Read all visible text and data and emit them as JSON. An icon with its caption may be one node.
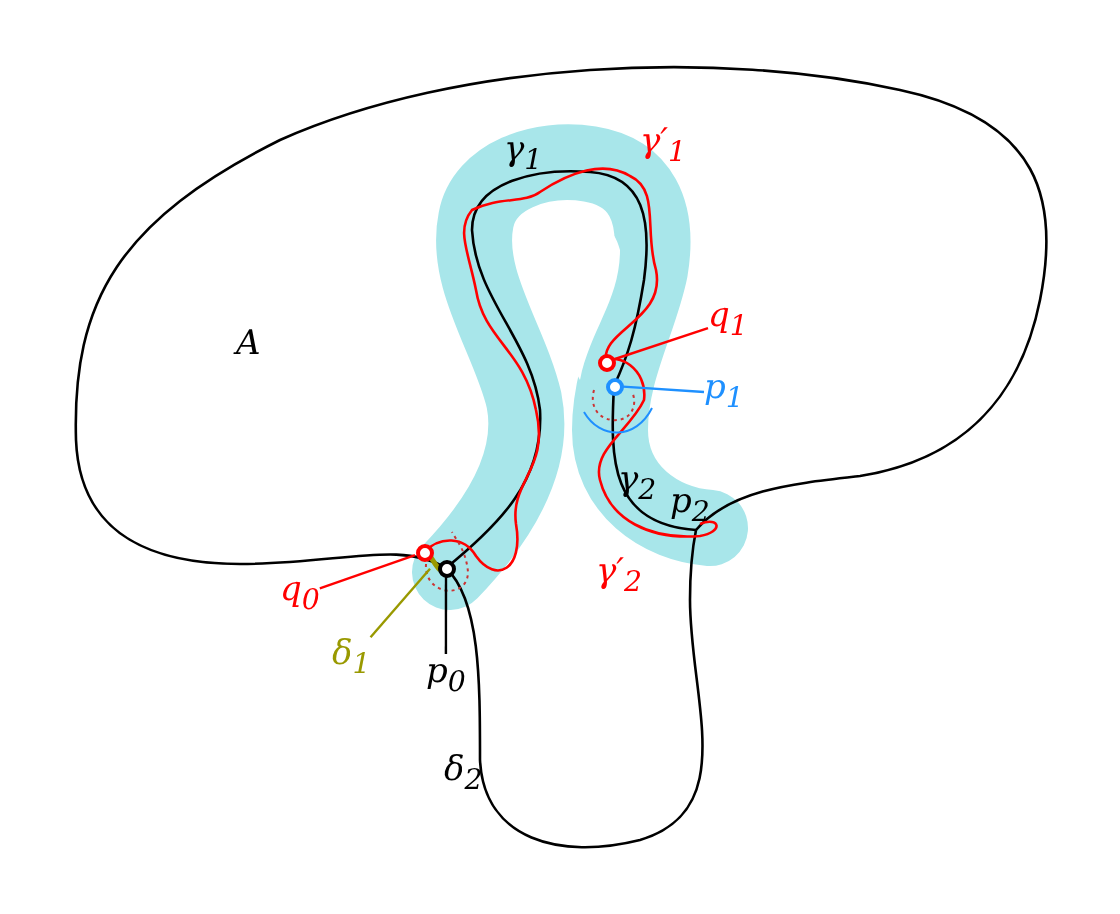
{
  "diagram": {
    "nodes": [
      {
        "text": [
          "q$_{0}$"
        ]
      },
      {
        "text": [],
        "shape": "circle"
      },
      {
        "text": [
          "δ$_{1}$"
        ]
      },
      {
        "text": [
          "p$_{0}$"
        ]
      },
      {
        "text": [],
        "shape": "circle"
      },
      {
        "text": [
          "q$_{1}$"
        ]
      },
      {
        "text": [],
        "shape": "circle"
      },
      {
        "text": [
          "p$_{1}$"
        ]
      },
      {
        "text": [],
        "shape": "circle"
      },
      {
        "text": [],
        "shape": "line"
      }
    ],
    "edges": [
      {
        "from": 0,
        "to": 1,
        "arrow": "none",
        "color": "#ff0000"
      },
      {
        "from": 2,
        "to": 9,
        "arrow": "none",
        "color": "#999900"
      },
      {
        "from": 3,
        "to": 4,
        "arrow": "none",
        "color": "#000000"
      },
      {
        "from": 5,
        "to": 6,
        "arrow": "none",
        "color": "#ff0000"
      },
      {
        "from": 7,
        "to": 8,
        "arrow": "none",
        "color": "#1e90ff"
      }
    ],
    "labels": [
      "A",
      "γ$_{1}$",
      "γ′$_{1}$",
      "γ$_{2}$",
      "p$_{2}$",
      "γ′$_{2}$",
      "δ$_{2}$"
    ]
  }
}
